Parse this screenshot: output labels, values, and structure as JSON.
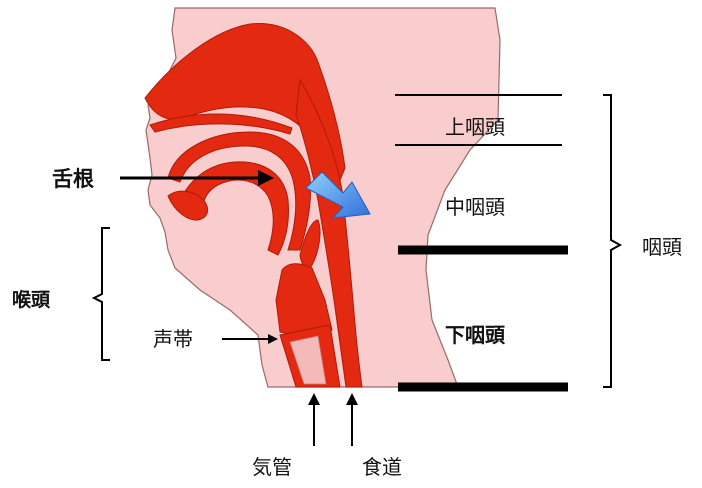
{
  "labels": {
    "tongue_root": "舌根",
    "larynx": "喉頭",
    "vocal_cords": "声帯",
    "epipharynx": "上咽頭",
    "mesopharynx": "中咽頭",
    "hypopharynx": "下咽頭",
    "pharynx": "咽頭",
    "trachea": "気管",
    "esophagus": "食道"
  },
  "colors": {
    "skin": "#f9cdcd",
    "tissue": "#e32910",
    "tissue_edge": "#b01a0a",
    "arrow_blue": "#4a90e2",
    "ink": "#000000"
  }
}
